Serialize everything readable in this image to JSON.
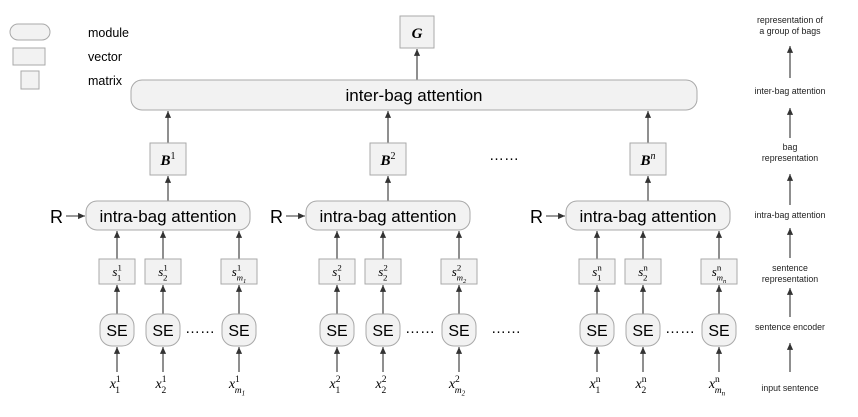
{
  "legend": [
    {
      "shape": "module",
      "label": "module"
    },
    {
      "shape": "vector",
      "label": "vector"
    },
    {
      "shape": "matrix",
      "label": "matrix"
    }
  ],
  "top_output": {
    "label": "G"
  },
  "inter_bag": {
    "label": "inter-bag attention"
  },
  "bags": [
    {
      "matrix": {
        "base": "B",
        "sup": "1"
      },
      "relation_label": "R",
      "intra_label": "intra-bag attention",
      "sentences": [
        {
          "vec_base": "s",
          "vec_sub": "1",
          "vec_sup": "1",
          "enc_label": "SE",
          "in_base": "x",
          "in_sub": "1",
          "in_sup": "1"
        },
        {
          "vec_base": "s",
          "vec_sub": "2",
          "vec_sup": "1",
          "enc_label": "SE",
          "in_base": "x",
          "in_sub": "2",
          "in_sup": "1"
        },
        {
          "vec_base": "s",
          "vec_sub": "m",
          "vec_subsub": "1",
          "vec_sup": "1",
          "enc_label": "SE",
          "in_base": "x",
          "in_sub": "m",
          "in_subsub": "1",
          "in_sup": "1"
        }
      ],
      "ellipsis": "……"
    },
    {
      "matrix": {
        "base": "B",
        "sup": "2"
      },
      "relation_label": "R",
      "intra_label": "intra-bag attention",
      "sentences": [
        {
          "vec_base": "s",
          "vec_sub": "1",
          "vec_sup": "2",
          "enc_label": "SE",
          "in_base": "x",
          "in_sub": "1",
          "in_sup": "2"
        },
        {
          "vec_base": "s",
          "vec_sub": "2",
          "vec_sup": "2",
          "enc_label": "SE",
          "in_base": "x",
          "in_sub": "2",
          "in_sup": "2"
        },
        {
          "vec_base": "s",
          "vec_sub": "m",
          "vec_subsub": "2",
          "vec_sup": "2",
          "enc_label": "SE",
          "in_base": "x",
          "in_sub": "m",
          "in_subsub": "2",
          "in_sup": "2"
        }
      ],
      "ellipsis": "……"
    },
    {
      "matrix": {
        "base": "B",
        "sup": "n"
      },
      "relation_label": "R",
      "intra_label": "intra-bag attention",
      "sentences": [
        {
          "vec_base": "s",
          "vec_sub": "1",
          "vec_sup": "n",
          "enc_label": "SE",
          "in_base": "x",
          "in_sub": "1",
          "in_sup": "n"
        },
        {
          "vec_base": "s",
          "vec_sub": "2",
          "vec_sup": "n",
          "enc_label": "SE",
          "in_base": "x",
          "in_sub": "2",
          "in_sup": "n"
        },
        {
          "vec_base": "s",
          "vec_sub": "m",
          "vec_subsub": "n",
          "vec_sup": "n",
          "enc_label": "SE",
          "in_base": "x",
          "in_sub": "m",
          "in_subsub": "n",
          "in_sup": "n"
        }
      ],
      "ellipsis": "……"
    }
  ],
  "between_bags_ellipsis": [
    "……",
    "……"
  ],
  "level_labels": [
    {
      "lines": [
        "representation of",
        "a group of bags"
      ]
    },
    {
      "lines": [
        "inter-bag attention"
      ]
    },
    {
      "lines": [
        "bag",
        "representation"
      ]
    },
    {
      "lines": [
        "intra-bag attention"
      ]
    },
    {
      "lines": [
        "sentence",
        "representation"
      ]
    },
    {
      "lines": [
        "sentence encoder"
      ]
    },
    {
      "lines": [
        "input sentence"
      ]
    }
  ]
}
